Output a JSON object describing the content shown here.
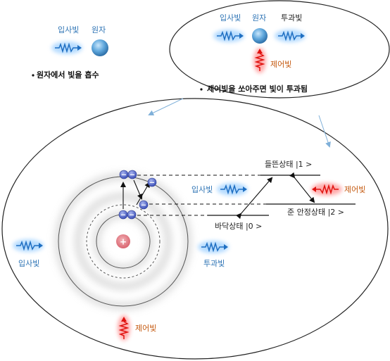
{
  "top_left": {
    "incident_label": "입사빛",
    "atom_label": "원자",
    "caption": "원자에서 빛을 흡수"
  },
  "top_right": {
    "incident_label": "입사빛",
    "atom_label": "원자",
    "transmitted_label": "투과빛",
    "control_label": "제어빛",
    "caption": "제어빛을 쏘아주면 빛이 투과됨"
  },
  "main": {
    "incident_left_label": "입사빛",
    "transmitted_label": "투과빛",
    "control_bottom_label": "제어빛",
    "incident_mid_label": "입사빛",
    "control_right_label": "제어빛",
    "levels": {
      "excited": "들뜬상태 |1 >",
      "ground": "바닥상태 |0 >",
      "metastable": "준 안정상태 |2 >"
    },
    "nucleus_symbol": "+",
    "electron_symbol": "−"
  },
  "colors": {
    "incident_wave": "#1f6fc2",
    "control_wave": "#e0120f",
    "label_blue": "#2e74b5",
    "label_orange": "#c55a11",
    "electron": "#4a5fc7",
    "nucleus": "#e28086"
  }
}
